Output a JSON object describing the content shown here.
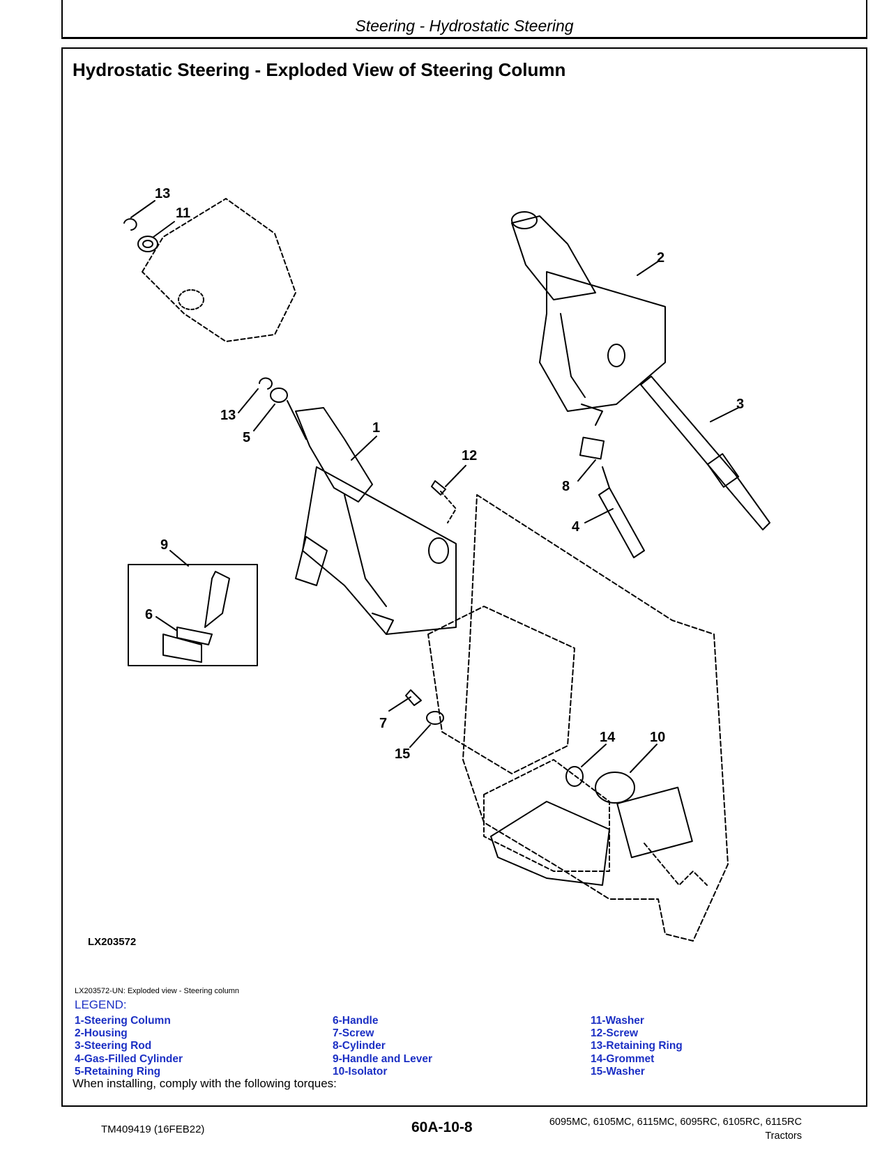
{
  "header": {
    "section_title": "Steering - Hydrostatic Steering"
  },
  "page": {
    "heading": "Hydrostatic Steering - Exploded View of Steering Column"
  },
  "figure": {
    "id": "LX203572",
    "caption": "LX203572-UN: Exploded view - Steering column",
    "callouts": [
      "1",
      "2",
      "3",
      "4",
      "5",
      "6",
      "7",
      "8",
      "9",
      "10",
      "11",
      "12",
      "13",
      "13",
      "14",
      "15"
    ]
  },
  "legend": {
    "title": "LEGEND:",
    "items": [
      "1-Steering Column",
      "2-Housing",
      "3-Steering Rod",
      "4-Gas-Filled Cylinder",
      "5-Retaining Ring",
      "6-Handle",
      "7-Screw",
      "8-Cylinder",
      "9-Handle and Lever",
      "10-Isolator",
      "11-Washer",
      "12-Screw",
      "13-Retaining Ring",
      "14-Grommet",
      "15-Washer"
    ]
  },
  "note": "When installing, comply with the following torques:",
  "footer": {
    "doc_id": "TM409419 (16FEB22)",
    "page_number": "60A-10-8",
    "models": "6095MC, 6105MC, 6115MC, 6095RC, 6105RC, 6115RC",
    "product": "Tractors"
  }
}
